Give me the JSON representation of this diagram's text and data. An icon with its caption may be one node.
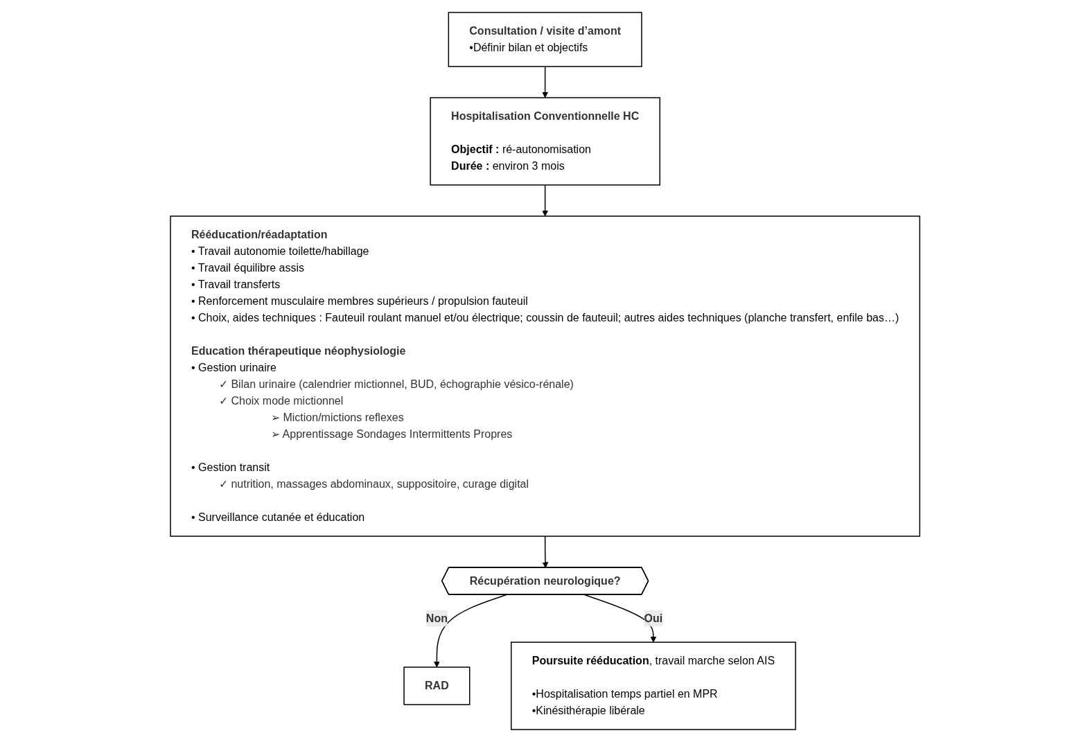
{
  "diagram": {
    "nodes": [
      {
        "text": [
          "Consultation / visite d’amont",
          "•Définir bilan et objectifs"
        ]
      },
      {
        "text": [
          "Hospitalisation Conventionnelle HC",
          "**Objectif :** ré-autonomisation",
          "**Durée :** environ 3 mois"
        ]
      },
      {
        "text": [
          "Rééducation/réadaptation",
          "• Travail autonomie toilette/habillage",
          "• Travail équilibre assis",
          "• Travail transferts",
          "• Renforcement musculaire membres supérieurs / propulsion fauteuil",
          "• Choix, aides techniques : Fauteuil roulant manuel et/ou électrique; coussin de fauteuil; autres aides techniques (planche transfert, enfile bas…)",
          "Education thérapeutique néophysiologie",
          "• Gestion urinaire",
          "✓ Bilan urinaire (calendrier mictionnel, BUD, échographie vésico-rénale)",
          "✓ Choix mode mictionnel",
          "➢ Miction/mictions reflexes",
          "➢ Apprentissage Sondages Intermittents Propres",
          "• Gestion transit",
          "✓ nutrition, massages abdominaux, suppositoire, curage digital",
          "• Surveillance cutanée et éducation"
        ]
      },
      {
        "text": [
          "Récupération neurologique?"
        ]
      },
      {
        "text": [
          "RAD"
        ]
      },
      {
        "text": [
          "**Poursuite rééducation**, travail marche selon AIS",
          "•Hospitalisation temps partiel en MPR",
          "•Kinésithérapie libérale"
        ]
      }
    ],
    "edges": [
      {
        "from": 0,
        "to": 1,
        "arrow": "to"
      },
      {
        "from": 1,
        "to": 2,
        "arrow": "to"
      },
      {
        "from": 2,
        "to": 3,
        "arrow": "to"
      },
      {
        "from": 3,
        "to": 4,
        "arrow": "to",
        "label": "Non"
      },
      {
        "from": 3,
        "to": 5,
        "arrow": "to",
        "label": "Oui"
      }
    ]
  }
}
